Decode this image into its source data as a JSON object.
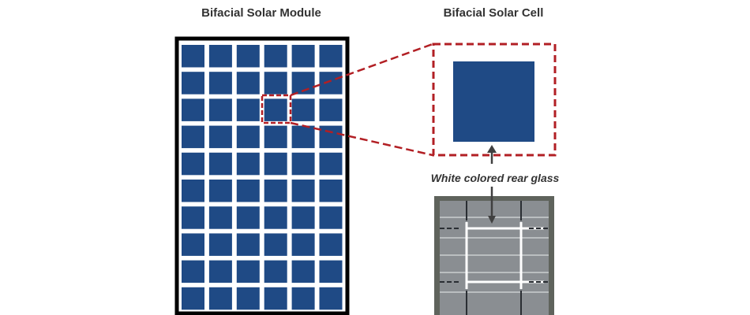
{
  "module_title": "Bifacial Solar Module",
  "cell_title": "Bifacial Solar Cell",
  "rear_glass_label": "White colored rear glass",
  "module_grid": {
    "columns": 6,
    "rows": 10,
    "highlighted_cell": {
      "column": 4,
      "row": 3
    }
  },
  "colors": {
    "cell": "#1f4a85",
    "frame": "#000000",
    "highlight": "#b21f24",
    "arrow": "#404040"
  }
}
